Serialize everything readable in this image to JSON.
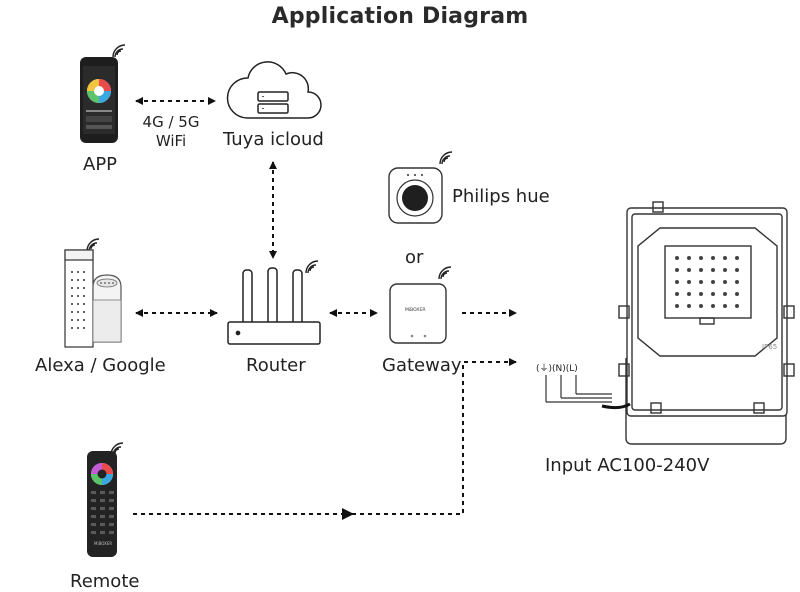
{
  "title": "Application Diagram",
  "nodes": {
    "app": "APP",
    "cloud": "Tuya icloud",
    "alexa": "Alexa / Google",
    "router": "Router",
    "gateway": "Gateway",
    "philips": "Philips hue",
    "or": "or",
    "remote": "Remote",
    "input": "Input AC100-240V"
  },
  "link": {
    "line1": "4G / 5G",
    "line2": "WiFi"
  },
  "terminals": "(⏚)(N)(L)",
  "gateway_brand": "MiBOXER",
  "remote_brand": "MiBOXER",
  "fixture_mark": "IP65"
}
